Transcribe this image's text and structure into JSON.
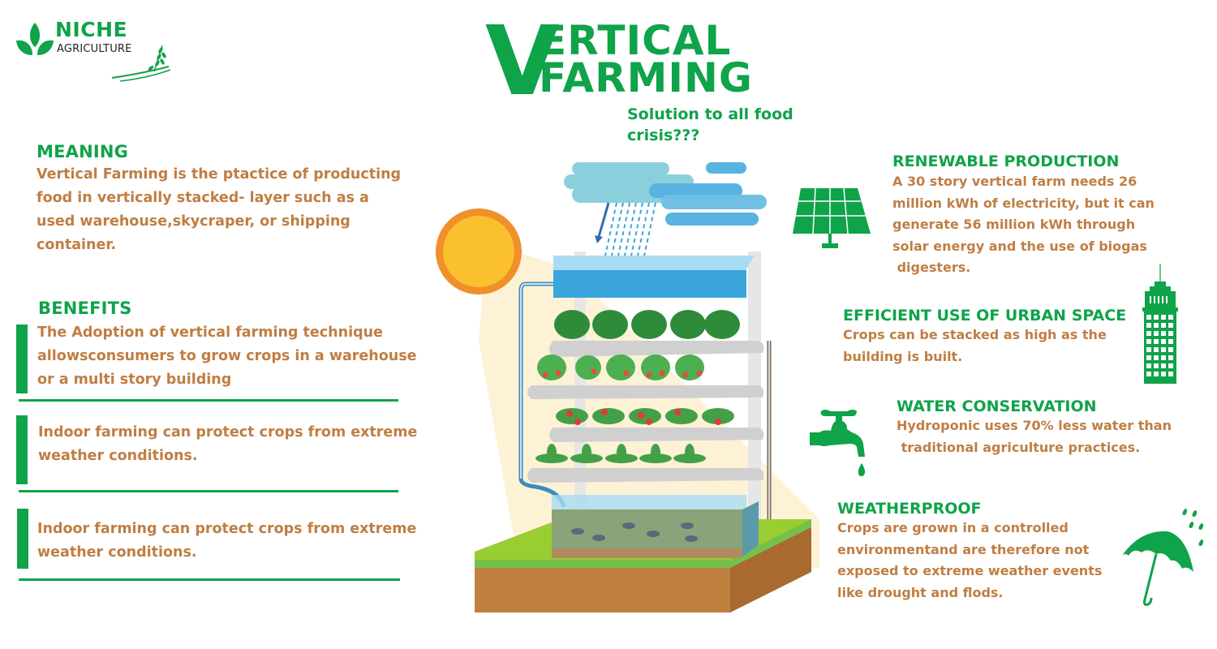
{
  "logo": {
    "brand": "NICHE",
    "sub": "AGRICULTURE"
  },
  "title": {
    "initial": "V",
    "line1": "ERTICAL",
    "line2": "FARMING",
    "subtitle_line1": "Solution to all food",
    "subtitle_line2": "crisis???"
  },
  "meaning": {
    "heading": "MEANING",
    "lines": [
      "Vertical Farming is the ptactice of producting",
      "food in vertically stacked- layer such as a",
      "used warehouse,skycraper, or shipping",
      "container."
    ]
  },
  "benefits": {
    "heading": "BENEFITS",
    "items": [
      {
        "lines": [
          "The Adoption of vertical farming technique",
          "allowsconsumers to grow crops in a warehouse",
          "or a multi story building"
        ]
      },
      {
        "lines": [
          "Indoor farming can protect crops from extreme",
          "weather conditions."
        ]
      },
      {
        "lines": [
          "Indoor farming can protect crops from extreme",
          "weather conditions."
        ]
      }
    ]
  },
  "features": {
    "renewable": {
      "heading": "RENEWABLE PRODUCTION",
      "lines": [
        "A 30 story vertical farm needs 26",
        "million kWh of electricity, but it can",
        "generate 56 million kWh through",
        "solar energy and the use of biogas",
        " digesters."
      ],
      "icon": "solar-panel-icon"
    },
    "urban": {
      "heading": "EFFICIENT USE OF URBAN SPACE",
      "lines": [
        "Crops can be stacked as high as the",
        "building is built."
      ],
      "icon": "skyscraper-icon"
    },
    "water": {
      "heading": "WATER CONSERVATION",
      "lines": [
        "Hydroponic uses 70% less water than",
        " traditional agriculture practices."
      ],
      "icon": "water-tap-icon"
    },
    "weather": {
      "heading": "WEATHERPROOF",
      "lines": [
        "Crops are grown in a controlled",
        "environmentand are therefore not",
        "exposed to extreme weather events",
        "like drought and flods."
      ],
      "icon": "umbrella-icon"
    }
  },
  "colors": {
    "green": "#0fa34a",
    "brown": "#c07e43",
    "sun_orange": "#f0902a",
    "sun_yellow": "#fbc02d",
    "water_blue": "#3aa6dc",
    "cloud_blue": "#7cc7dd",
    "grass": "#9acd32",
    "soil": "#c0803f"
  }
}
